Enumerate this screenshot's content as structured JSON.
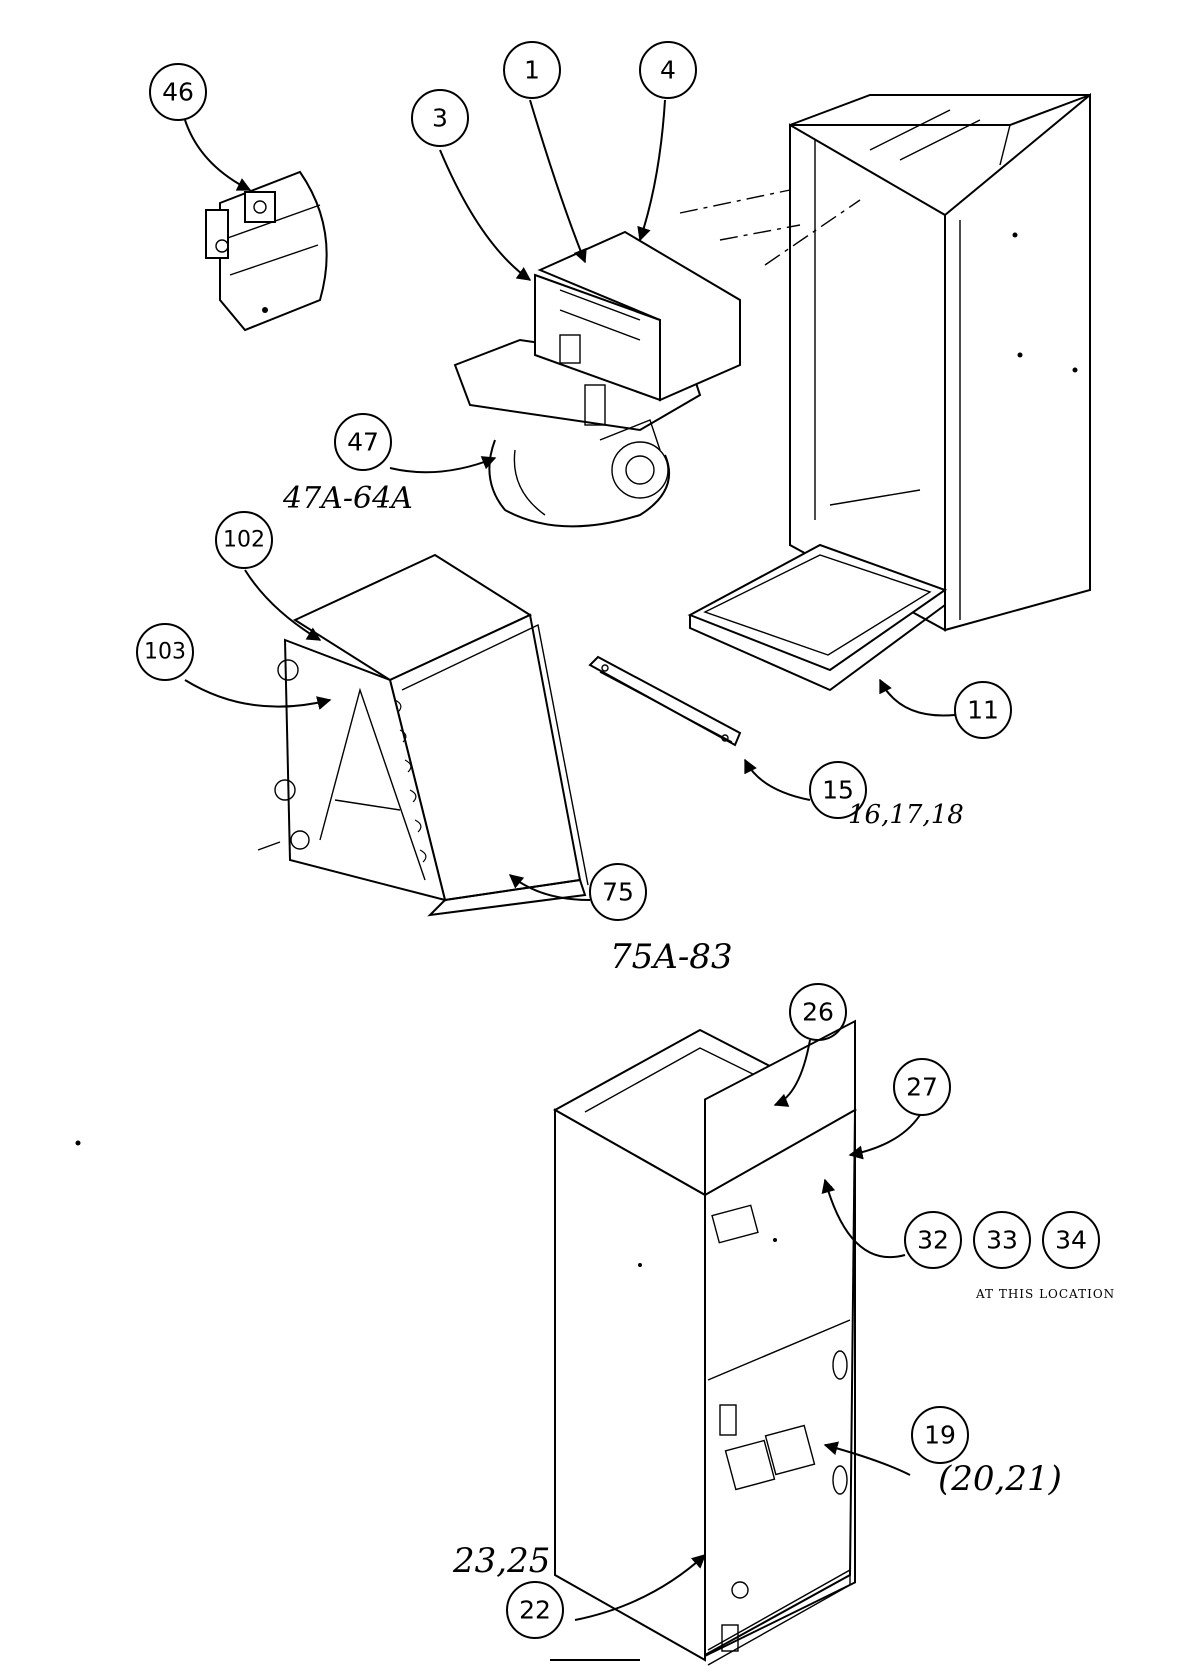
{
  "callouts": {
    "c46": "46",
    "c1": "1",
    "c3": "3",
    "c4": "4",
    "c47": "47",
    "c102": "102",
    "c103": "103",
    "c11": "11",
    "c15": "15",
    "c75": "75",
    "c26": "26",
    "c27": "27",
    "c32": "32",
    "c33": "33",
    "c34": "34",
    "c19": "19",
    "c22": "22"
  },
  "handwritten": {
    "h47": "47A-64A",
    "h15": "16,17,18",
    "h75": "75A-83",
    "h19": "(20,21)",
    "h22": "23,25"
  },
  "notes": {
    "location": "AT THIS LOCATION"
  }
}
